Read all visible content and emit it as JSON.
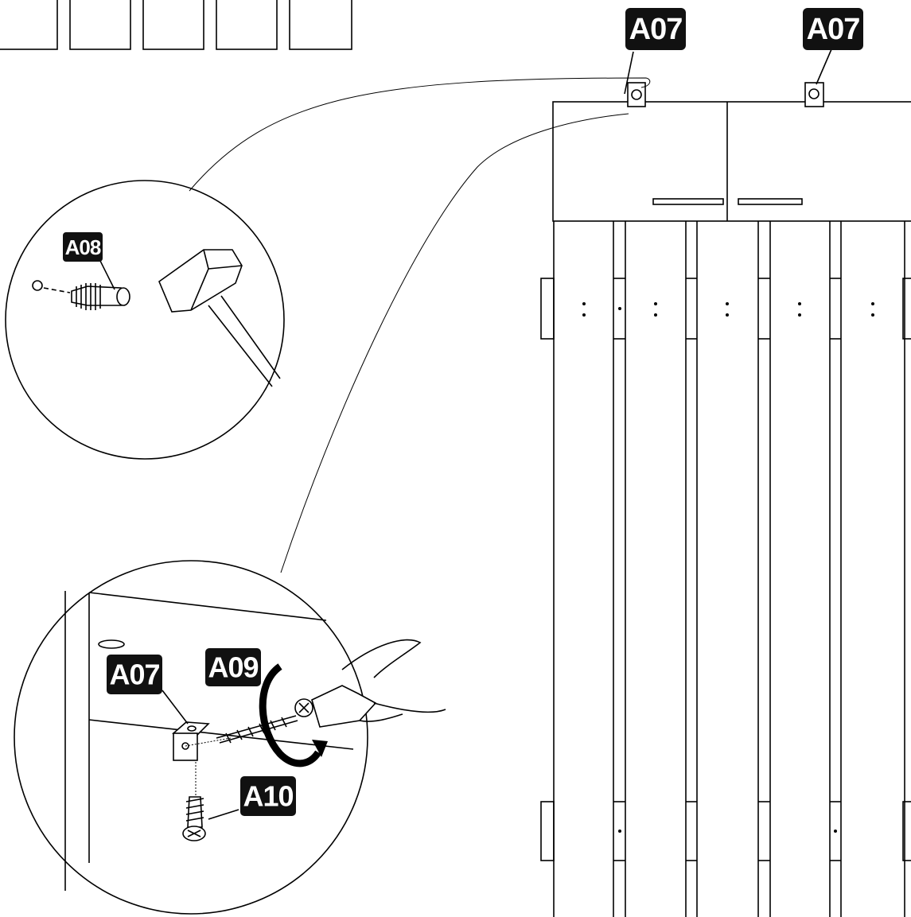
{
  "diagram": {
    "labels": {
      "bracket_left": "A07",
      "bracket_right": "A07",
      "wall_plug": "A08",
      "screwdriver_screw": "A09",
      "bracket_detail": "A07",
      "screw": "A10"
    },
    "colors": {
      "line": "#000000",
      "label_bg": "#111111",
      "label_text": "#ffffff",
      "background": "#ffffff"
    },
    "icons": [
      "hammer-icon",
      "wall-plug-icon",
      "screwdriver-icon",
      "screw-icon",
      "rotation-arrow-icon",
      "angle-bracket-icon"
    ]
  }
}
